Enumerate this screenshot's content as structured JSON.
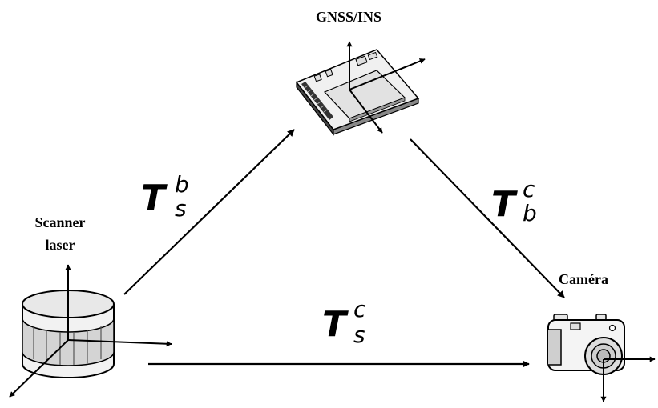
{
  "labels": {
    "gnss": "GNSS/INS",
    "scanner_line1": "Scanner",
    "scanner_line2": "laser",
    "camera": "Caméra"
  },
  "transforms": {
    "scanner_to_gnss": {
      "symbol": "T",
      "sup": "b",
      "sub": "s"
    },
    "gnss_to_camera": {
      "symbol": "T",
      "sup": "c",
      "sub": "b"
    },
    "scanner_to_camera": {
      "symbol": "T",
      "sup": "c",
      "sub": "s"
    }
  }
}
